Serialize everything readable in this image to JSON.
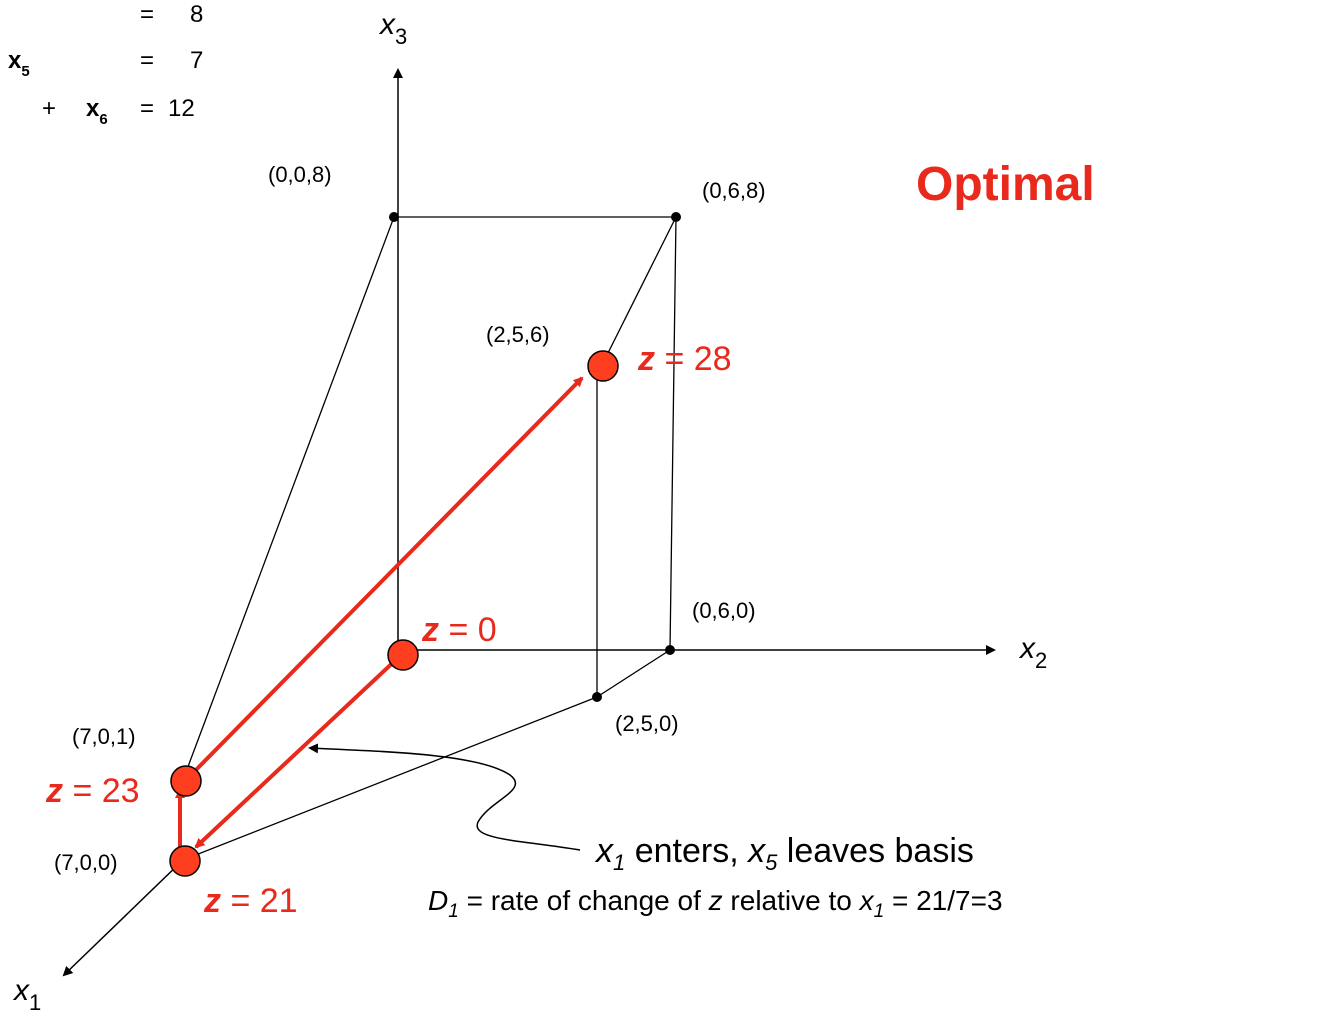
{
  "equations": [
    {
      "var": "",
      "op": "",
      "eq": "=",
      "rhs": "8"
    },
    {
      "var": "x",
      "sub": "5",
      "op": "",
      "eq": "=",
      "rhs": "7"
    },
    {
      "var": "x",
      "sub": "6",
      "op": "+",
      "eq": "=",
      "rhs": "12"
    }
  ],
  "axes": {
    "x1": {
      "var": "x",
      "sub": "1"
    },
    "x2": {
      "var": "x",
      "sub": "2"
    },
    "x3": {
      "var": "x",
      "sub": "3"
    }
  },
  "status": "Optimal",
  "vertices": {
    "v008": "(0,0,8)",
    "v068": "(0,6,8)",
    "v256": "(2,5,6)",
    "v060": "(0,6,0)",
    "v250": "(2,5,0)",
    "v701": "(7,0,1)",
    "v700": "(7,0,0)"
  },
  "z_labels": {
    "z0": {
      "var": "z",
      "value": " = 0"
    },
    "z28": {
      "var": "z",
      "value": " = 28"
    },
    "z23": {
      "var": "z",
      "value": " = 23"
    },
    "z21": {
      "var": "z",
      "value": " = 21"
    }
  },
  "annotation": {
    "line1": {
      "a": "x",
      "a_sub": "1",
      "mid": " enters, ",
      "b": "x",
      "b_sub": "5",
      "end": " leaves basis"
    },
    "line2": {
      "d": "D",
      "d_sub": "1",
      "mid": " = rate of change of ",
      "z": "z",
      "mid2": " relative to ",
      "x": "x",
      "x_sub": "1",
      "end": " = 21/7=3"
    }
  },
  "colors": {
    "accent": "#e8291b",
    "line": "#000000",
    "point_fill": "#ff3d1f"
  }
}
